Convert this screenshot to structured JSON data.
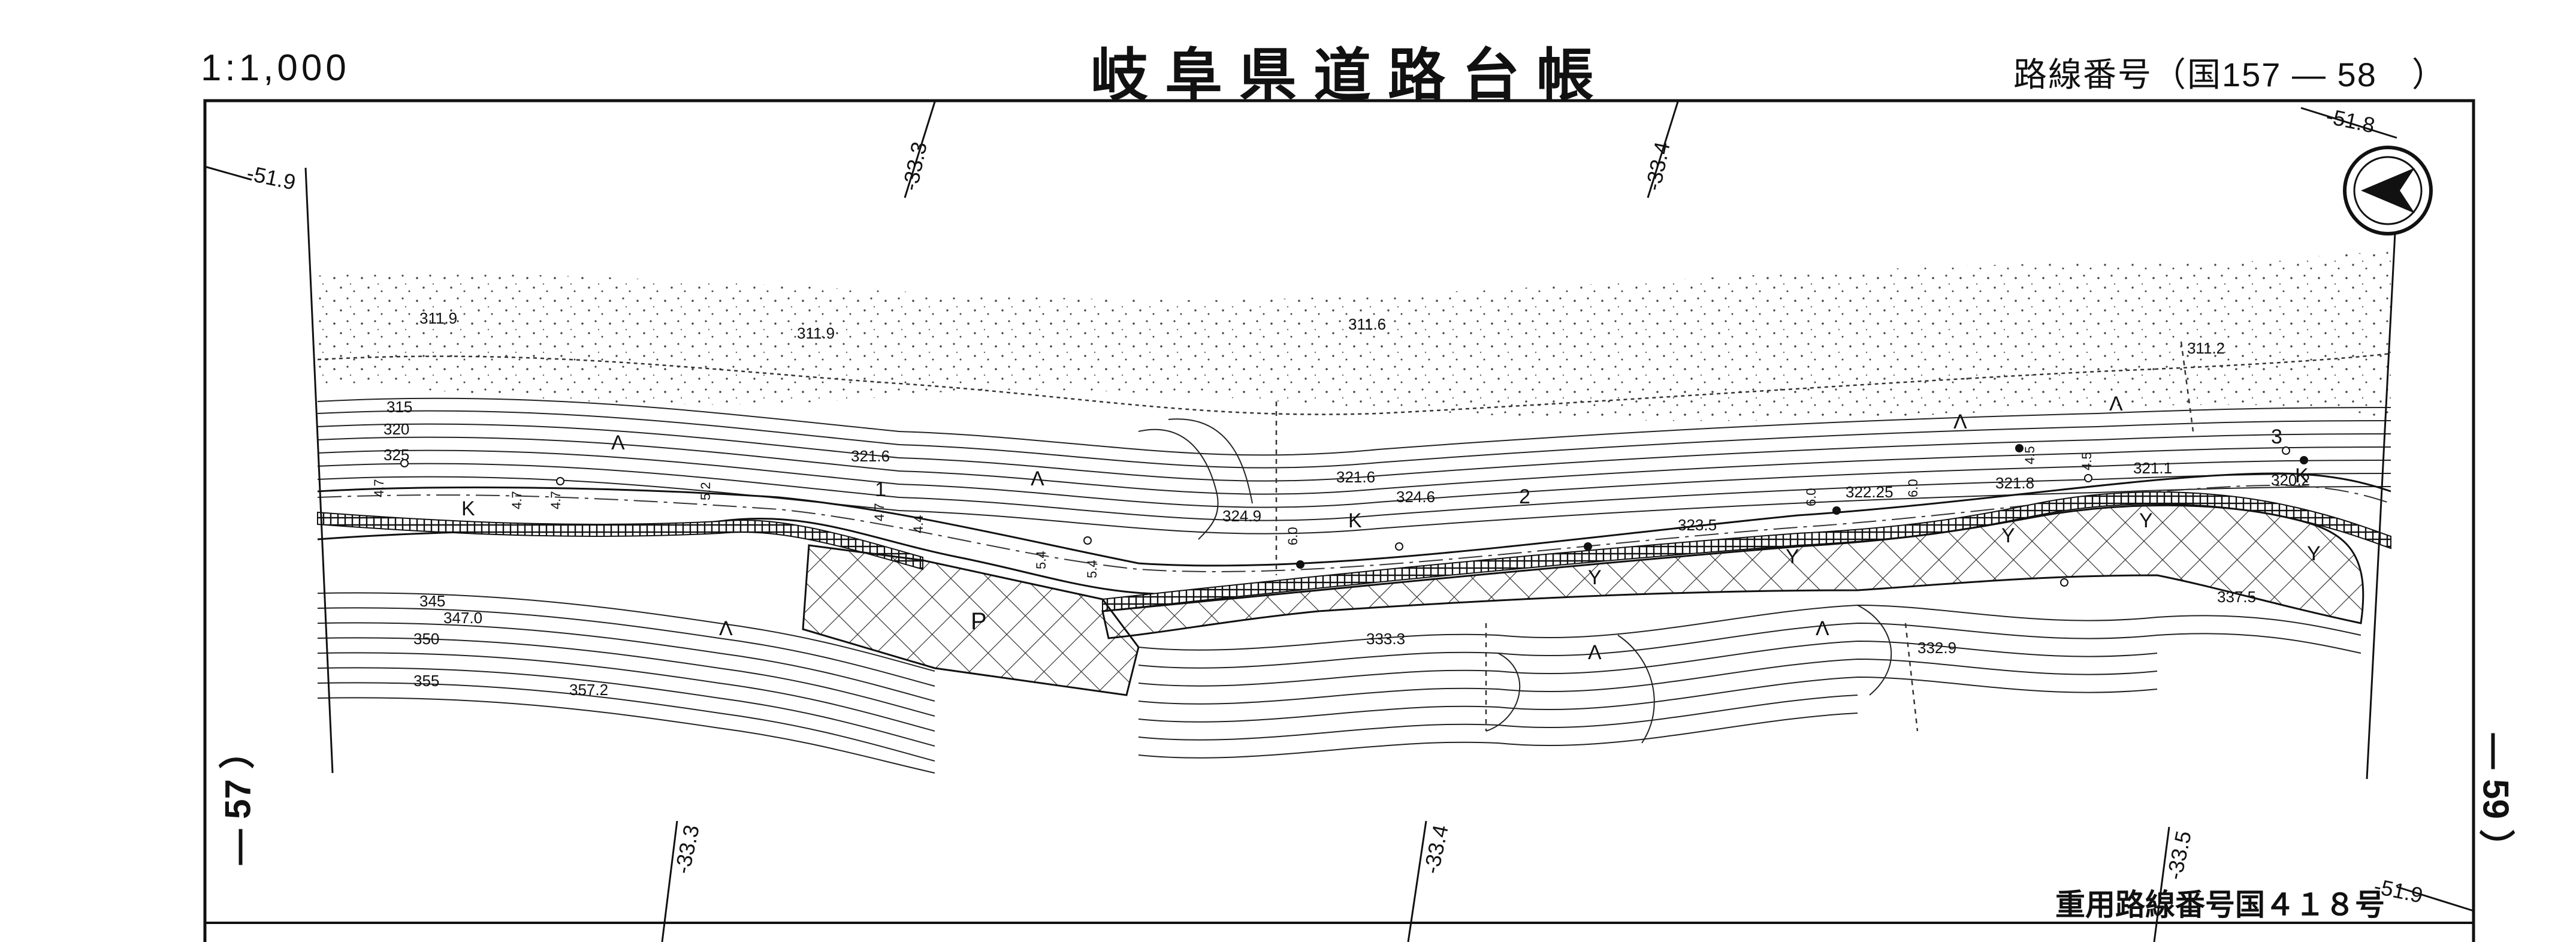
{
  "header": {
    "scale": "1:1,000",
    "title": "岐阜県道路台帳",
    "route_number": "路線番号（国157 — 58　）"
  },
  "footer": {
    "overlap_route": "重用路線番号国４１８号"
  },
  "adjacent_sheets": {
    "left": "— 57 ）",
    "right": "— 59 ）"
  },
  "grid_labels": {
    "top": [
      "-33.3",
      "-33.4"
    ],
    "bottom": [
      "-33.3",
      "-33.4",
      "-33.5"
    ],
    "left_edge": "-51.9",
    "right_top": "-51.8",
    "right_bottom": "-51.9"
  },
  "elevations": {
    "river_bed": [
      "311.9",
      "311.9",
      "311.6",
      "311.2"
    ],
    "road_level": [
      "321.6",
      "321.6",
      "324.6",
      "324.9",
      "323.5",
      "322.25",
      "321.8",
      "321.1",
      "320.2"
    ],
    "lower_slope": [
      "333.3",
      "332.9",
      "337.5",
      "357.2"
    ],
    "contour_upper": [
      "315",
      "320",
      "325"
    ],
    "contour_lower": [
      "345",
      "347.0",
      "350",
      "355"
    ]
  },
  "road_stations": [
    "1",
    "2",
    "3"
  ],
  "map_symbols": {
    "guardrail_k": "K",
    "parking": "P",
    "embankment": "Λ",
    "tree": "Y"
  },
  "road_widths": [
    "4.7",
    "4.7",
    "4.7",
    "5.2",
    "4.7",
    "4.4",
    "5.4",
    "5.4",
    "6.0",
    "6.0",
    "6.0",
    "4.5",
    "4.5"
  ],
  "north_symbol": "north-arrow"
}
